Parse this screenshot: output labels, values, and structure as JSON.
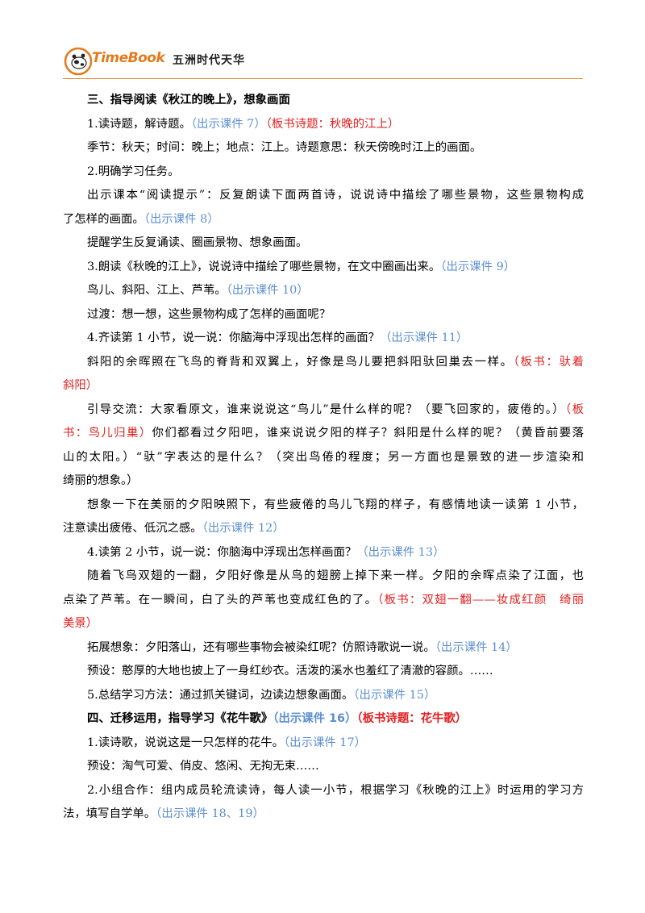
{
  "header": {
    "brand": "TimeBook",
    "brand_cn": "五洲时代天华",
    "colors": {
      "brand": "#e5791c",
      "rule": "#e08a3a",
      "courseware": "#5b8fd0",
      "board": "#e02020"
    }
  },
  "lines": [
    {
      "ind": true,
      "heading": true,
      "segs": [
        {
          "t": "三、指导阅读《秋江的晚上》，想象画面"
        }
      ]
    },
    {
      "ind": true,
      "segs": [
        {
          "t": "1.读诗题，解诗题。"
        },
        {
          "t": "（出示课件 7）",
          "s": "c"
        },
        {
          "t": "（板书诗题：秋晚的江上）",
          "s": "r"
        }
      ]
    },
    {
      "ind": true,
      "segs": [
        {
          "t": "季节：秋天；时间：晚上；地点：江上。诗题意思：秋天傍晚时江上的画面。"
        }
      ]
    },
    {
      "ind": true,
      "segs": [
        {
          "t": "2.明确学习任务。"
        }
      ]
    },
    {
      "ind": true,
      "just": true,
      "segs": [
        {
          "t": "出示课本“阅读提示”：反复朗读下面两首诗，说说诗中描绘了哪些景物，这些景物构成"
        }
      ]
    },
    {
      "ind": false,
      "segs": [
        {
          "t": "了怎样的画面。"
        },
        {
          "t": "（出示课件 8）",
          "s": "c"
        }
      ]
    },
    {
      "ind": true,
      "segs": [
        {
          "t": "提醒学生反复诵读、圈画景物、想象画面。"
        }
      ]
    },
    {
      "ind": true,
      "segs": [
        {
          "t": "3.朗读《秋晚的江上》，说说诗中描绘了哪些景物，在文中圈画出来。"
        },
        {
          "t": "（出示课件 9）",
          "s": "c"
        }
      ]
    },
    {
      "ind": true,
      "segs": [
        {
          "t": "鸟儿、斜阳、江上、芦苇。"
        },
        {
          "t": "（出示课件 10）",
          "s": "c"
        }
      ]
    },
    {
      "ind": true,
      "segs": [
        {
          "t": "过渡：想一想，这些景物构成了怎样的画面呢？"
        }
      ]
    },
    {
      "ind": true,
      "segs": [
        {
          "t": "4.齐读第 1 小节，说一说：你脑海中浮现出怎样的画面？"
        },
        {
          "t": "（出示课件 11）",
          "s": "c"
        }
      ]
    },
    {
      "ind": true,
      "just": true,
      "segs": [
        {
          "t": "斜阳的余晖照在飞鸟的脊背和双翼上，好像是鸟儿要把斜阳驮回巢去一样。"
        },
        {
          "t": "（板书：驮着",
          "s": "r"
        }
      ]
    },
    {
      "ind": false,
      "segs": [
        {
          "t": "斜阳）",
          "s": "r"
        }
      ]
    },
    {
      "ind": true,
      "just": true,
      "segs": [
        {
          "t": "引导交流：大家看原文，谁来说说这“鸟儿”是什么样的呢？（要飞回家的，疲倦的。）"
        },
        {
          "t": "（板",
          "s": "r"
        }
      ]
    },
    {
      "ind": false,
      "just": true,
      "segs": [
        {
          "t": "书：鸟儿归巢）",
          "s": "r"
        },
        {
          "t": "你们都看过夕阳吧，谁来说说夕阳的样子？斜阳是什么样的呢？（黄昏前要落"
        }
      ]
    },
    {
      "ind": false,
      "just": true,
      "segs": [
        {
          "t": "山的太阳。）“驮”字表达的是什么？（突出鸟倦的程度；另一方面也是景致的进一步渲染和"
        }
      ]
    },
    {
      "ind": false,
      "segs": [
        {
          "t": "绮丽的想象。）"
        }
      ]
    },
    {
      "ind": true,
      "just": true,
      "segs": [
        {
          "t": "想象一下在美丽的夕阳映照下，有些疲倦的鸟儿飞翔的样子，有感情地读一读第 1 小节，"
        }
      ]
    },
    {
      "ind": false,
      "segs": [
        {
          "t": "注意读出疲倦、低沉之感。"
        },
        {
          "t": "（出示课件 12）",
          "s": "c"
        }
      ]
    },
    {
      "ind": true,
      "segs": [
        {
          "t": "4.读第 2 小节，说一说：你脑海中浮现出怎样画面？"
        },
        {
          "t": "（出示课件 13）",
          "s": "c"
        }
      ]
    },
    {
      "ind": true,
      "just": true,
      "segs": [
        {
          "t": "随着飞鸟双翅的一翻，夕阳好像是从鸟的翅膀上掉下来一样。夕阳的余晖点染了江面，也"
        }
      ]
    },
    {
      "ind": false,
      "just": true,
      "segs": [
        {
          "t": "点染了芦苇。在一瞬间，白了头的芦苇也变成红色的了。"
        },
        {
          "t": "（板书：双翅一翻——妆成红颜　绮丽",
          "s": "r"
        }
      ]
    },
    {
      "ind": false,
      "segs": [
        {
          "t": "美景）",
          "s": "r"
        }
      ]
    },
    {
      "ind": true,
      "segs": [
        {
          "t": "拓展想象：夕阳落山，还有哪些事物会被染红呢？仿照诗歌说一说。"
        },
        {
          "t": "（出示课件 14）",
          "s": "c"
        }
      ]
    },
    {
      "ind": true,
      "segs": [
        {
          "t": "预设：憨厚的大地也披上了一身红纱衣。活泼的溪水也羞红了清澈的容颜。……"
        }
      ]
    },
    {
      "ind": true,
      "segs": [
        {
          "t": "5.总结学习方法：通过抓关键词，边读边想象画面。"
        },
        {
          "t": "（出示课件 15）",
          "s": "c"
        }
      ]
    },
    {
      "ind": true,
      "heading": true,
      "segs": [
        {
          "t": "四、迁移运用，指导学习《花牛歌》"
        },
        {
          "t": "（出示课件 16）",
          "s": "c"
        },
        {
          "t": "（板书诗题：花牛歌）",
          "s": "r"
        }
      ]
    },
    {
      "ind": true,
      "segs": [
        {
          "t": "1.读诗歌，说说这是一只怎样的花牛。"
        },
        {
          "t": "（出示课件 17）",
          "s": "c"
        }
      ]
    },
    {
      "ind": true,
      "segs": [
        {
          "t": "预设：淘气可爱、俏皮、悠闲、无拘无束……"
        }
      ]
    },
    {
      "ind": true,
      "just": true,
      "segs": [
        {
          "t": "2.小组合作：组内成员轮流读诗，每人读一小节，根据学习《秋晚的江上》时运用的学习方"
        }
      ]
    },
    {
      "ind": false,
      "segs": [
        {
          "t": "法，填写自学单。"
        },
        {
          "t": "（出示课件 18、19）",
          "s": "c"
        }
      ]
    }
  ]
}
